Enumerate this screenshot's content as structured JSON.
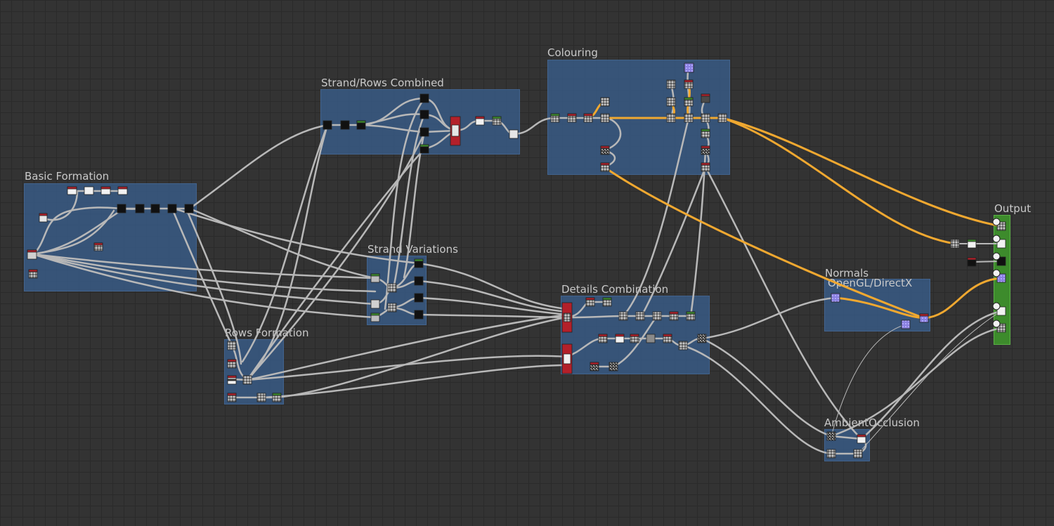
{
  "frames": {
    "basic_formation": "Basic Formation",
    "strand_rows_combined": "Strand/Rows Combined",
    "colouring": "Colouring",
    "strand_variations": "Strand Variations",
    "details_combination": "Details Combination",
    "rows_formation": "Rows Formation",
    "output": "Output",
    "normals": "Normals",
    "normals_sub": "OpenGL/DirectX",
    "ambient_occlusion": "AmbientOcclusion"
  },
  "colors": {
    "background": "#333333",
    "frame": "#385e8c",
    "output_frame": "#3d8b2c",
    "wire": "#b8b8b8",
    "wire_highlight": "#f0a830",
    "node_red": "#b3202a"
  }
}
